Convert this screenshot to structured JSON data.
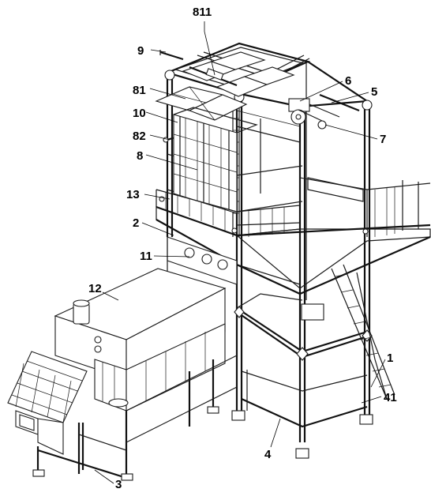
{
  "labels": {
    "l811": "811",
    "l9": "9",
    "l81": "81",
    "l10": "10",
    "l82": "82",
    "l8": "8",
    "l6": "6",
    "l5": "5",
    "l7": "7",
    "l13": "13",
    "l2": "2",
    "l11": "11",
    "l12": "12",
    "l1": "1",
    "l41": "41",
    "l4": "4",
    "l3": "3"
  },
  "colors": {
    "line": "#1a1a1a",
    "background": "#ffffff",
    "mesh": "#111111"
  }
}
